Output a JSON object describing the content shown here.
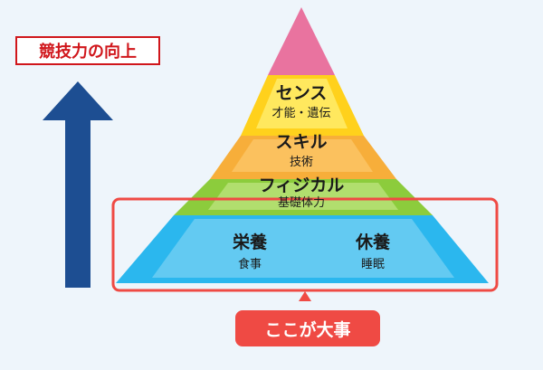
{
  "arrow_label": "競技力の向上",
  "pyramid": {
    "levels": [
      {
        "title": "センス",
        "subtitle": "才能・遺伝",
        "color": "#ffd11c"
      },
      {
        "title": "スキル",
        "subtitle": "技術",
        "color": "#f7ae3a"
      },
      {
        "title": "フィジカル",
        "subtitle": "基礎体力",
        "color": "#8ccc3c"
      }
    ],
    "top_color": "#e9739f",
    "base": {
      "color": "#2bb7ee",
      "items": [
        {
          "title": "栄養",
          "subtitle": "食事"
        },
        {
          "title": "休養",
          "subtitle": "睡眠"
        }
      ]
    }
  },
  "callout": "ここが大事",
  "colors": {
    "arrow": "#1d4e92",
    "highlight": "#ef4a44",
    "accent_red": "#d0161b"
  }
}
